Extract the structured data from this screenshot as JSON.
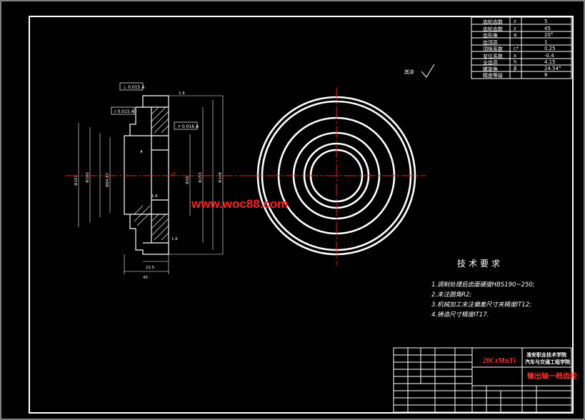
{
  "technical_requirements": {
    "title": "技术要求",
    "items": [
      "1.调制处理后齿面硬度HBS190~250;",
      "2.未注圆角R2;",
      "3.机械加工未注偏差尺寸夹精度IT12;",
      "4.铸造尺寸精度IT17."
    ]
  },
  "watermark": "www.woc88.com",
  "title_block": {
    "material": "20CrMnTi",
    "drawing_name": "输出轴一档齿轮",
    "institution": "淮安职业技术学院",
    "institution_line2": "汽车与交通工程学院"
  },
  "gear_table": {
    "rows": [
      {
        "label": "齿轮齿数",
        "symbol": "z",
        "value": "5"
      },
      {
        "label": "齿轮齿数",
        "symbol": "z",
        "value": "45"
      },
      {
        "label": "齿形角",
        "symbol": "α",
        "value": "20°"
      },
      {
        "label": "齿顶高",
        "symbol": "",
        "value": "1"
      },
      {
        "label": "顶隙系数",
        "symbol": "c*",
        "value": "0.25"
      },
      {
        "label": "变位系数",
        "symbol": "x",
        "value": "-0.4"
      },
      {
        "label": "全齿高",
        "symbol": "h",
        "value": "4.15"
      },
      {
        "label": "螺旋角",
        "symbol": "β",
        "value": "24.54°"
      },
      {
        "label": "精度等级",
        "symbol": "",
        "value": "8"
      }
    ]
  },
  "roughness_note": "其余"
}
